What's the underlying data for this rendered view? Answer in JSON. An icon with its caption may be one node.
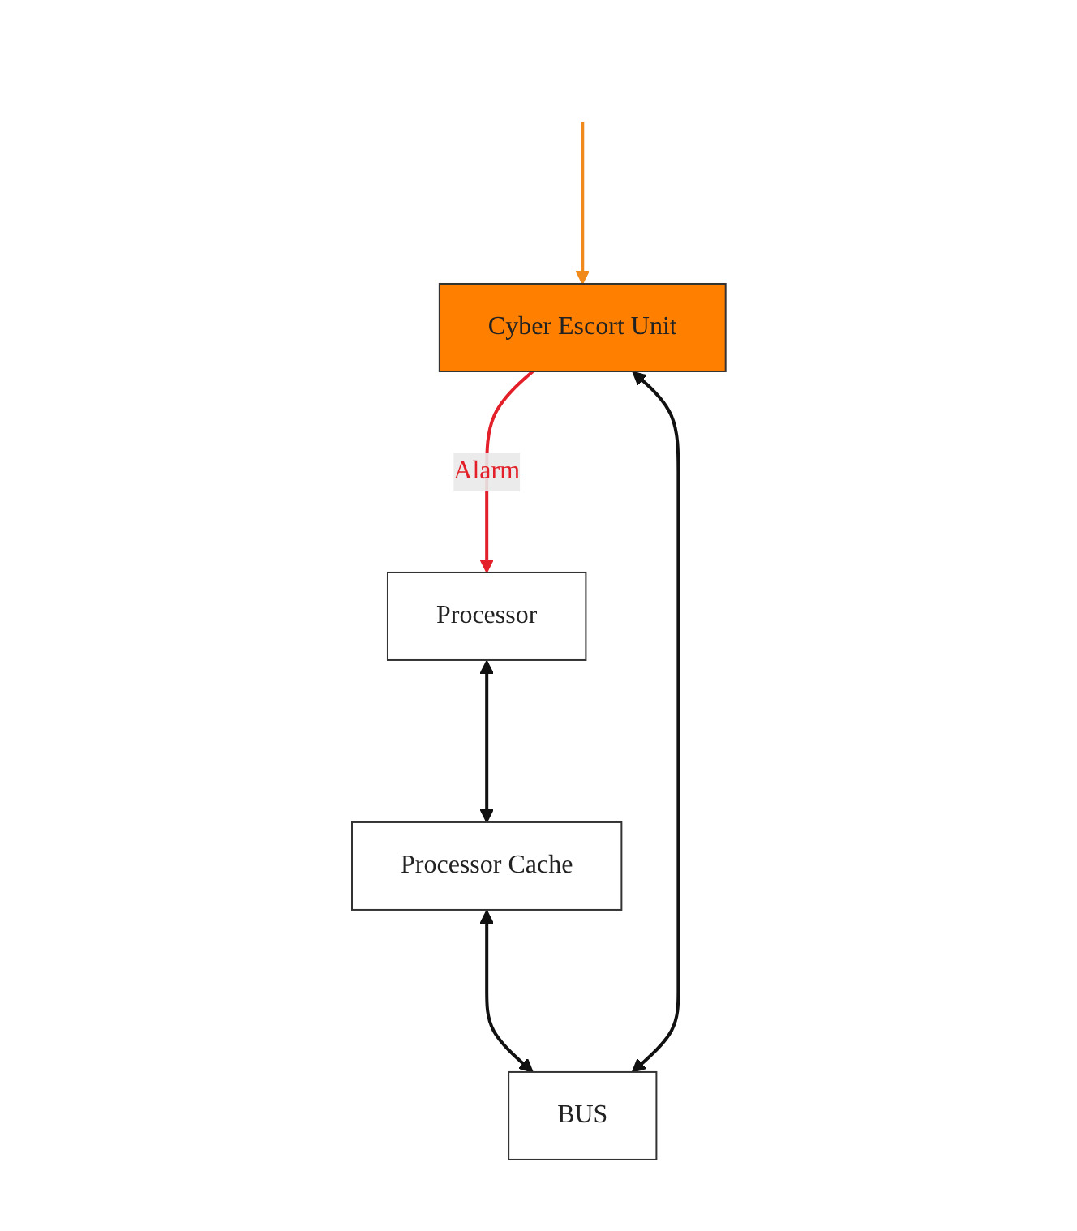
{
  "diagram": {
    "nodes": [
      {
        "text": [
          "Processor"
        ]
      },
      {
        "text": [
          "Cyber Escort Unit"
        ]
      },
      {
        "text": [
          "Processor Cache"
        ]
      },
      {
        "text": [
          "BUS"
        ]
      }
    ],
    "edges": [
      {
        "from": 0,
        "to": 2,
        "arrow": "both"
      },
      {
        "from": null,
        "to": 1,
        "arrow": "to",
        "color": "#f08a1a"
      },
      {
        "from": 1,
        "to": 0,
        "arrow": "to",
        "label": "Alarm",
        "color": "#e3202a"
      },
      {
        "from": 2,
        "to": 3,
        "arrow": "both"
      },
      {
        "from": 1,
        "to": 3,
        "arrow": "both"
      }
    ]
  }
}
